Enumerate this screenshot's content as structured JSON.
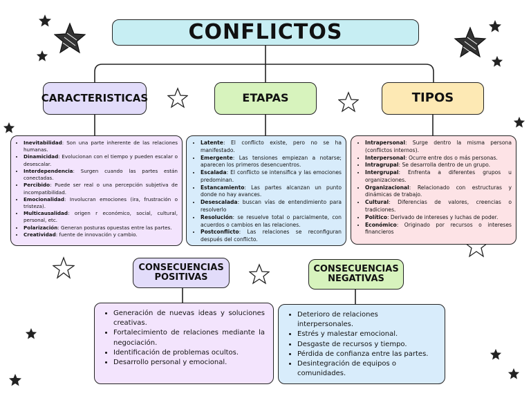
{
  "title": "CONFLICTOS",
  "caracteristicas": {
    "heading": "CARACTERISTICAS",
    "items": [
      {
        "term": "Inevitabilidad",
        "text": ": Son una parte inherente de las relaciones humanas."
      },
      {
        "term": "Dinamicidad",
        "text": ": Evolucionan con el tiempo y pueden escalar o desescalar."
      },
      {
        "term": "Interdependencia",
        "text": ": Surgen cuando las partes están conectadas."
      },
      {
        "term": "Percibido",
        "text": ": Puede ser real o una percepción subjetiva de incompatibilidad."
      },
      {
        "term": "Emocionalidad",
        "text": ": Involucran emociones (ira, frustración o tristeza)."
      },
      {
        "term": "Multicausalidad",
        "text": ": origen r económico, social, cultural, personal, etc."
      },
      {
        "term": "Polarización",
        "text": ": Generan posturas opuestas entre las partes."
      },
      {
        "term": "Creatividad",
        "text": ": fuente de innovación y cambio."
      }
    ]
  },
  "etapas": {
    "heading": "ETAPAS",
    "items": [
      {
        "term": "Latente",
        "text": ": El conflicto existe, pero no se ha manifestado."
      },
      {
        "term": "Emergente",
        "text": ": Las tensiones empiezan a notarse; aparecen los primeros desencuentros."
      },
      {
        "term": "Escalada",
        "text": ": El conflicto se intensifica y las emociones predominan."
      },
      {
        "term": "Estancamiento",
        "text": ": Las partes alcanzan un punto donde no hay avances."
      },
      {
        "term": "Desescalada",
        "text": ": buscan vías de entendimiento para resolverlo"
      },
      {
        "term": "Resolución",
        "text": ": se resuelve total o parcialmente, con acuerdos o cambios en las relaciones."
      },
      {
        "term": "Postconflicto",
        "text": ": Las relaciones se reconfiguran después del conflicto."
      }
    ]
  },
  "tipos": {
    "heading": "TIPOS",
    "items": [
      {
        "term": "Intrapersonal",
        "text": ": Surge dentro la misma persona (conflictos internos)."
      },
      {
        "term": "Interpersonal",
        "text": ": Ocurre entre dos o más personas."
      },
      {
        "term": "Intragrupal",
        "text": ": Se desarrolla dentro de un grupo."
      },
      {
        "term": "Intergrupal",
        "text": ": Enfrenta a diferentes grupos u organizaciones."
      },
      {
        "term": "Organizacional",
        "text": ": Relacionado con estructuras y dinámicas de trabajo."
      },
      {
        "term": "Cultural",
        "text": ": Diferencias de valores, creencias o tradiciones."
      },
      {
        "term": "Político",
        "text": ": Derivado de intereses y luchas de poder."
      },
      {
        "term": "Económico",
        "text": ": Originado por recursos o intereses financieros"
      }
    ]
  },
  "positivas": {
    "heading": "CONSECUENCIAS POSITIVAS",
    "items": [
      "Generación de nuevas ideas y soluciones creativas.",
      "Fortalecimiento de relaciones mediante la negociación.",
      "Identificación de problemas ocultos.",
      "Desarrollo personal y emocional."
    ]
  },
  "negativas": {
    "heading": "CONSECUENCIAS NEGATIVAS",
    "items": [
      "Deterioro de relaciones interpersonales.",
      "Estrés y malestar emocional.",
      "Desgaste de recursos y tiempo.",
      "Pérdida de confianza entre las partes.",
      "Desintegración de equipos o comunidades."
    ]
  }
}
